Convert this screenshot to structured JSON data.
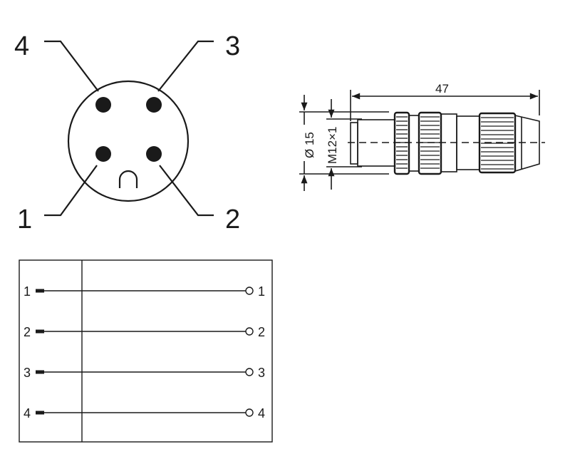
{
  "face_view": {
    "pin_labels": [
      "1",
      "2",
      "3",
      "4"
    ]
  },
  "side_view": {
    "length_label": "47",
    "diameter_label": "Ø 15",
    "thread_label": "M12×1"
  },
  "wiring": {
    "rows": [
      {
        "left": "1",
        "right": "1"
      },
      {
        "left": "2",
        "right": "2"
      },
      {
        "left": "3",
        "right": "3"
      },
      {
        "left": "4",
        "right": "4"
      }
    ]
  },
  "colors": {
    "line": "#1a1a1a",
    "background": "#ffffff"
  }
}
